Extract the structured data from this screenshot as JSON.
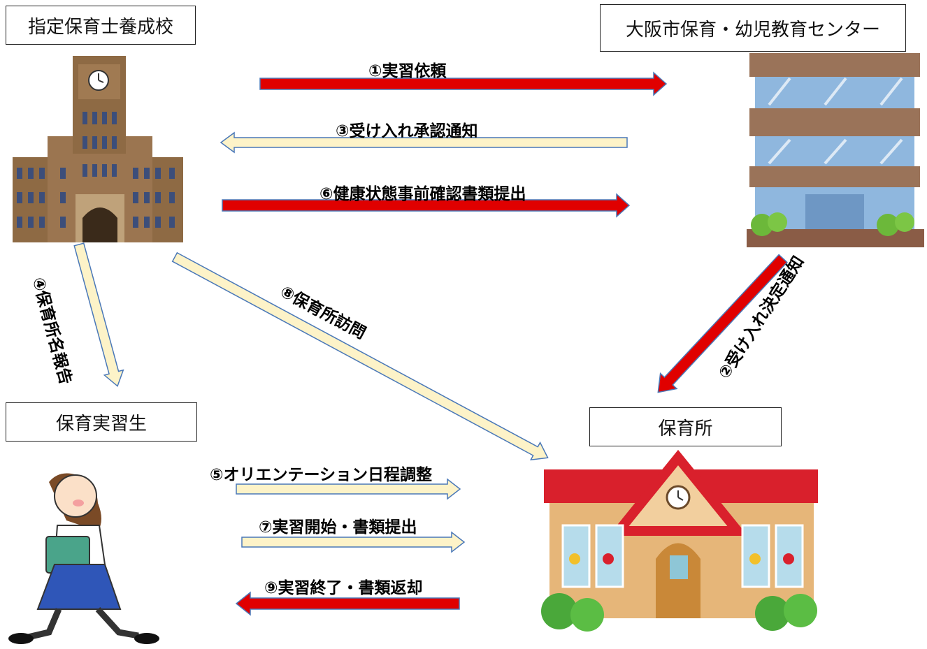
{
  "nodes": {
    "school": "指定保育士養成校",
    "center": "大阪市保育・幼児教育センター",
    "student": "保育実習生",
    "nursery": "保育所"
  },
  "steps": {
    "s1": "①実習依頼",
    "s2": "②受け入れ決定通知",
    "s3": "③受け入れ承認通知",
    "s4": "④保育所名報告",
    "s5": "⑤オリエンテーション日程調整",
    "s6": "⑥健康状態事前確認書類提出",
    "s7": "⑦実習開始・書類提出",
    "s8": "⑧保育所訪問",
    "s9": "⑨実習終了・書類返却"
  },
  "colors": {
    "red_arrow": "#e00000",
    "pale_arrow": "#fdf3c8",
    "outline": "#4a78b8"
  }
}
